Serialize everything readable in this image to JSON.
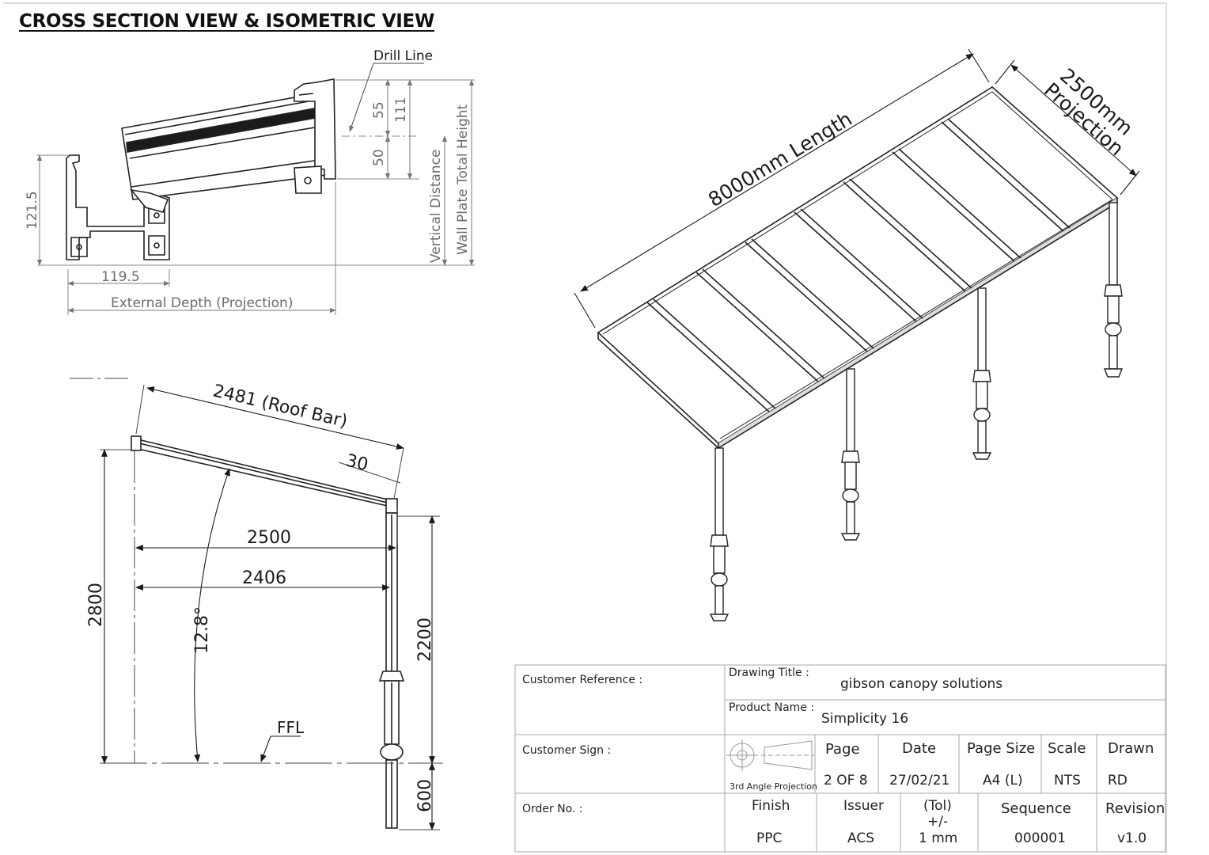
{
  "heading": "CROSS SECTION VIEW & ISOMETRIC VIEW",
  "cross_section": {
    "drill_line": "Drill Line",
    "dim_55": "55",
    "dim_111": "111",
    "dim_50": "50",
    "dim_121_5": "121.5",
    "dim_119_5": "119.5",
    "external_depth": "External Depth (Projection)",
    "vertical_distance": "Vertical Distance",
    "wall_plate_height": "Wall Plate Total Height"
  },
  "side_view": {
    "roof_bar": "2481 (Roof Bar)",
    "dim_30": "30",
    "dim_2500": "2500",
    "dim_2406": "2406",
    "dim_2800": "2800",
    "angle": "12.8°",
    "dim_2200": "2200",
    "dim_600": "600",
    "ffl": "FFL"
  },
  "isometric": {
    "length": "8000mm Length",
    "projection_value": "2500mm",
    "projection_word": "Projection"
  },
  "title_block": {
    "customer_reference_label": "Customer Reference :",
    "drawing_title_label": "Drawing Title :",
    "drawing_title": "gibson canopy solutions",
    "product_name_label": "Product Name :",
    "product_name": "Simplicity 16",
    "customer_sign_label": "Customer Sign :",
    "projection_note": "3rd Angle Projection",
    "page_label": "Page",
    "page_value": "2 OF 8",
    "date_label": "Date",
    "date_value": "27/02/21",
    "page_size_label": "Page Size",
    "page_size_value": "A4 (L)",
    "scale_label": "Scale",
    "scale_value": "NTS",
    "drawn_label": "Drawn",
    "drawn_value": "RD",
    "order_no_label": "Order No. :",
    "finish_label": "Finish",
    "finish_value": "PPC",
    "issuer_label": "Issuer",
    "issuer_value": "ACS",
    "tol_label": "(Tol)",
    "tol_sign": "+/-",
    "tol_value": "1 mm",
    "sequence_label": "Sequence",
    "sequence_value": "000001",
    "revision_label": "Revision",
    "revision_value": "v1.0"
  }
}
